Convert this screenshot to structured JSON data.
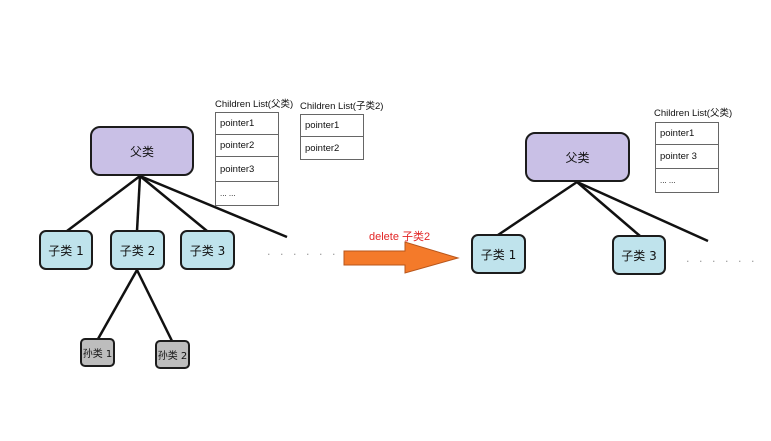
{
  "before": {
    "parent": "父类",
    "children": [
      "子类 1",
      "子类 2",
      "子类 3"
    ],
    "ellipsis": "· · · · · ·",
    "grandchildren": [
      "孙类 1",
      "孙类 2"
    ],
    "parent_list": {
      "caption": "Children List(父类)",
      "rows": [
        "pointer1",
        "pointer2",
        "pointer3",
        "... ..."
      ]
    },
    "child2_list": {
      "caption": "Children List(子类2)",
      "rows": [
        "pointer1",
        "pointer2"
      ]
    }
  },
  "action": {
    "label": "delete 子类2",
    "arrow_color": "#f47a2a"
  },
  "after": {
    "parent": "父类",
    "children": [
      "子类 1",
      "子类 3"
    ],
    "ellipsis": "· · · · · ·",
    "parent_list": {
      "caption": "Children List(父类)",
      "rows": [
        "pointer1",
        "pointer 3",
        "... ..."
      ]
    }
  },
  "colors": {
    "parent_fill": "#c9c0e6",
    "child_fill": "#bfe3ec",
    "grandchild_fill": "#bdbdbd",
    "delete_text": "#e22626"
  }
}
